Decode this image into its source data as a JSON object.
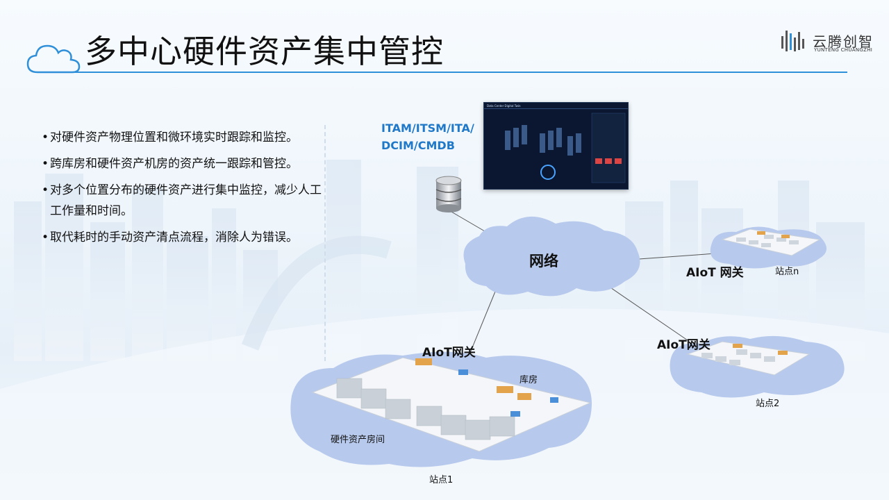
{
  "title": "多中心硬件资产集中管控",
  "logo": {
    "name": "云腾创智",
    "subtitle": "YUNTENG CHUANGZHI",
    "icon": "bars-logo-icon"
  },
  "bullets": [
    "对硬件资产物理位置和微环境实时跟踪和监控。",
    "跨库房和硬件资产机房的资产统一跟踪和管控。",
    "对多个位置分布的硬件资产进行集中监控，减少人工工作量和时间。",
    "取代耗时的手动资产清点流程，消除人为错误。"
  ],
  "diagram": {
    "system_label": "ITAM/ITSM/ITA/DCIM/CMDB",
    "dashboard_title": "Data Center Digital Twin",
    "network_label": "网络",
    "gateway_top_right": "AIoT 网关",
    "gateway_mid_right": "AIoT网关",
    "gateway_left": "AIoT网关",
    "site_n": "站点n",
    "site_2": "站点2",
    "site_1": "站点1",
    "warehouse": "库房",
    "asset_room": "硬件资产房间"
  },
  "colors": {
    "accent": "#2f8fd8",
    "cloud": "#b7c9ec",
    "system_text": "#1f78c8"
  }
}
